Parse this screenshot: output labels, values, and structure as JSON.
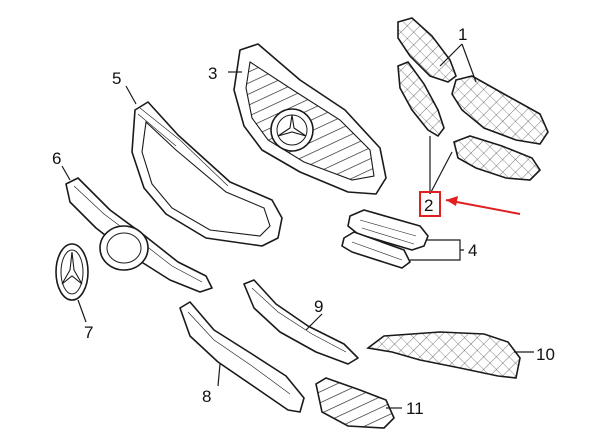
{
  "callouts": {
    "c1": "1",
    "c2": "2",
    "c3": "3",
    "c4": "4",
    "c5": "5",
    "c6": "6",
    "c7": "7",
    "c8": "8",
    "c9": "9",
    "c10": "10",
    "c11": "11"
  },
  "highlight": {
    "part": "2",
    "color": "#e02020"
  },
  "icons": {
    "emblem": "three-pointed-star-icon"
  }
}
